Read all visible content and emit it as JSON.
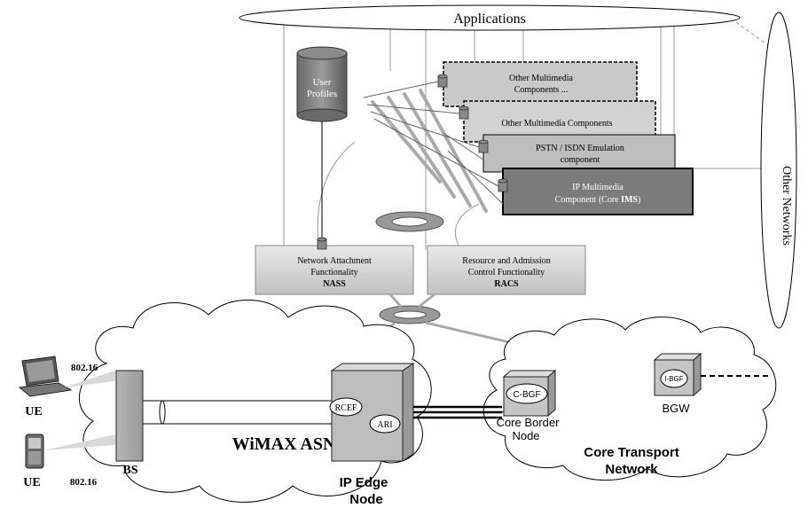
{
  "applications": {
    "label": "Applications"
  },
  "other_networks": {
    "label": "Other Networks"
  },
  "user_profiles": {
    "line1": "User",
    "line2": "Profiles"
  },
  "components": [
    {
      "line1": "Other Multimedia",
      "line2": "Components ..."
    },
    {
      "line1": "Other Multimedia Components",
      "line2": ""
    },
    {
      "line1": "PSTN / ISDN Emulation",
      "line2": "component"
    },
    {
      "line1": "IP Multimedia",
      "line2": "Component (Core ",
      "line2_bold": "IMS",
      "line2_end": ")"
    }
  ],
  "nass": {
    "line1": "Network Attachment",
    "line2": "Functionality",
    "bold": "NASS"
  },
  "racs": {
    "line1": "Resource and Admission",
    "line2": "Control Functionality",
    "bold": "RACS"
  },
  "access": {
    "link1": "802.16",
    "link2": "802.16",
    "ue1": "UE",
    "ue2": "UE",
    "bs": "BS",
    "asn": "WiMAX ASN"
  },
  "edge": {
    "line1": "IP Edge",
    "line2": "Node",
    "rcef": "RCEF",
    "ari": "ARI"
  },
  "core": {
    "cbgf": "C-BGF",
    "core_border_line1": "Core Border",
    "core_border_line2": "Node",
    "ibgf": "I-BGF",
    "bgw": "BGW",
    "network_line1": "Core Transport",
    "network_line2": "Network"
  },
  "colors": {
    "ims_box": "#7b7b7b",
    "component_box": "#c9c9c9",
    "cloud": "#ffffff",
    "line": "#000000",
    "grey_line": "#9a9a9a"
  }
}
